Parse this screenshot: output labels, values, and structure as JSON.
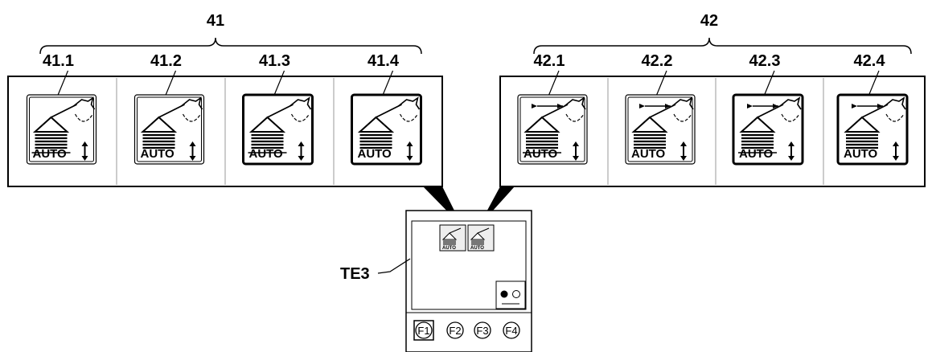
{
  "groups": [
    {
      "label": "41",
      "icons": [
        {
          "label": "41.1",
          "frame": "double",
          "auto_struck": true,
          "arrow": false
        },
        {
          "label": "41.2",
          "frame": "double",
          "auto_struck": false,
          "arrow": false
        },
        {
          "label": "41.3",
          "frame": "bold",
          "auto_struck": true,
          "arrow": false
        },
        {
          "label": "41.4",
          "frame": "bold",
          "auto_struck": false,
          "arrow": false
        }
      ]
    },
    {
      "label": "42",
      "icons": [
        {
          "label": "42.1",
          "frame": "double",
          "auto_struck": true,
          "arrow": true
        },
        {
          "label": "42.2",
          "frame": "double",
          "auto_struck": false,
          "arrow": true
        },
        {
          "label": "42.3",
          "frame": "bold",
          "auto_struck": true,
          "arrow": true
        },
        {
          "label": "42.4",
          "frame": "bold",
          "auto_struck": false,
          "arrow": true
        }
      ]
    }
  ],
  "icon_text": "AUTO",
  "device": {
    "label": "TE3",
    "function_keys": [
      "F1",
      "F2",
      "F3",
      "F4"
    ]
  }
}
